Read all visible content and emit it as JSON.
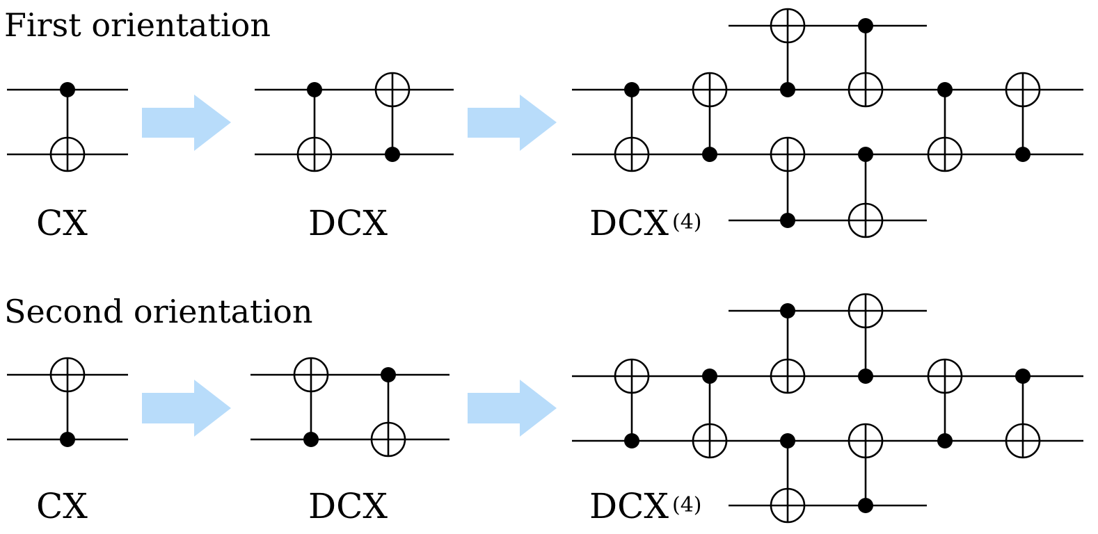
{
  "sections": [
    {
      "heading": "First orientation",
      "labels": {
        "cx": "CX",
        "dcx": "DCX",
        "dcx4": "DCX",
        "dcx4_sup": "(4)"
      }
    },
    {
      "heading": "Second orientation",
      "labels": {
        "cx": "CX",
        "dcx": "DCX",
        "dcx4": "DCX",
        "dcx4_sup": "(4)"
      }
    }
  ],
  "colors": {
    "arrow": "#b8dcfa",
    "ink": "#000000"
  },
  "icons": [
    "control-dot-icon",
    "target-xor-icon",
    "right-arrow-icon"
  ]
}
